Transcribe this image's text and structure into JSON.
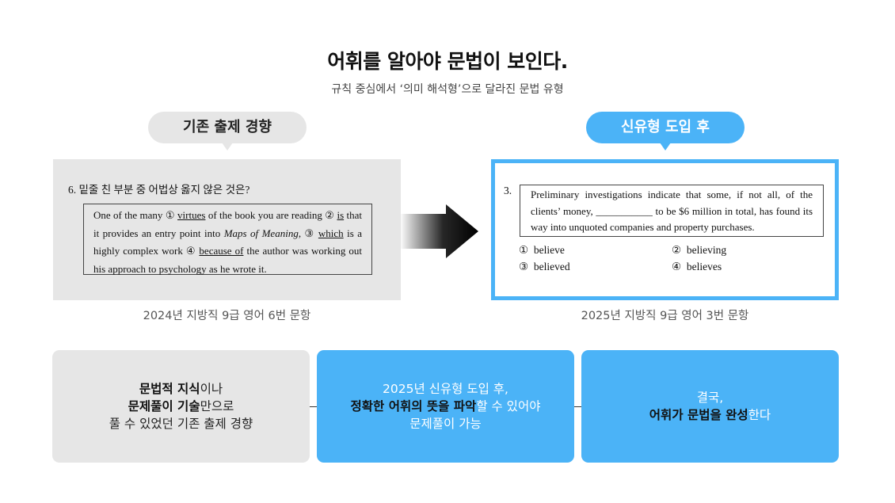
{
  "header": {
    "title": "어휘를 알아야 문법이 보인다.",
    "subtitle": "규칙 중심에서 ‘의미 해석형’으로 달라진 문법 유형"
  },
  "old_trend": {
    "bubble_label": "기존 출제 경향",
    "question_number": "6.",
    "question_prompt": "밑줄 친 부분 중 어법상 옳지 않은 것은?",
    "passage": {
      "t1": "One of the many ",
      "m1": "①",
      "u1": "virtues",
      "t2": " of the book you are reading ",
      "m2": "②",
      "u2": "is",
      "t3": " that it provides an entry point into ",
      "italic": "Maps of Meaning",
      "t4": ", ",
      "m3": "③",
      "u3": "which",
      "t5": " is a highly complex work ",
      "m4": "④",
      "u4": "because of",
      "t6": " the author was working out his approach to psychology as he wrote it."
    },
    "caption": "2024년 지방직 9급 영어 6번 문항"
  },
  "new_trend": {
    "bubble_label": "신유형 도입 후",
    "question_number": "3.",
    "passage": "Preliminary investigations indicate that some, if not all, of the clients’ money, ___________ to be $6 million in total, has found its way into unquoted companies and property purchases.",
    "options": [
      {
        "marker": "①",
        "text": "believe"
      },
      {
        "marker": "②",
        "text": "believing"
      },
      {
        "marker": "③",
        "text": "believed"
      },
      {
        "marker": "④",
        "text": "believes"
      }
    ],
    "caption": "2025년 지방직 9급 영어 3번 문항"
  },
  "summary": {
    "box1": {
      "l1_bold": "문법적 지식",
      "l1_rest": "이나",
      "l2_bold": "문제풀이 기술",
      "l2_rest": "만으로",
      "l3": "풀 수 있었던 기존 출제 경향"
    },
    "box2": {
      "l1": "2025년 신유형 도입 후,",
      "l2_bold": "정확한 어휘의 뜻을 파악",
      "l2_rest": "할 수 있어야",
      "l3": "문제풀이 가능"
    },
    "box3": {
      "l1": "결국,",
      "l2_bold": "어휘가 문법을 완성",
      "l2_rest": "한다"
    }
  },
  "colors": {
    "accent": "#4bb3f7",
    "panel_gray": "#e6e6e6"
  },
  "icons": {
    "transition": "arrow-right-icon"
  }
}
